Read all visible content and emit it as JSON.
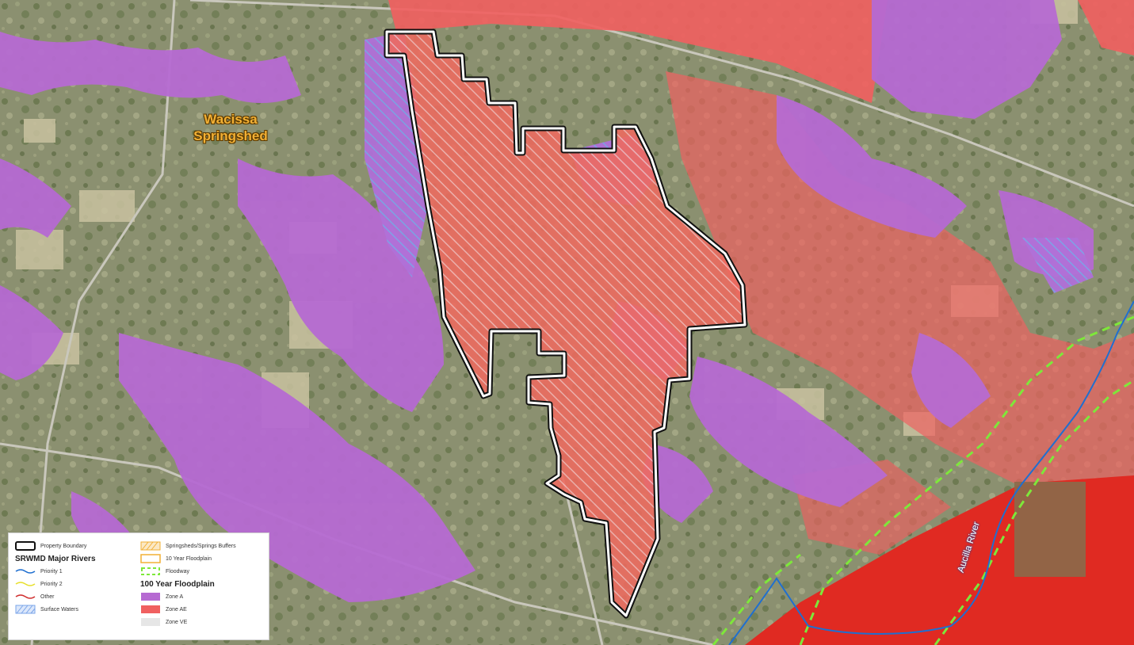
{
  "map": {
    "place_label_line1": "Wacissa",
    "place_label_line2": "Springshed",
    "river_label": "Aucilla River",
    "colors": {
      "zone_a": "#b66ad2",
      "zone_ae": "#f06060",
      "zone_ve": "#e6e6e6",
      "priority_1": "#1f6fd0",
      "priority_2": "#e8e030",
      "other_river": "#d03030",
      "floodway": "#7ee83a",
      "springshed": "#f2b035",
      "boundary": "#ffffff"
    }
  },
  "legend": {
    "property_boundary": "Property Boundary",
    "major_rivers_heading": "SRWMD Major Rivers",
    "priority_1": "Priority 1",
    "priority_2": "Priority 2",
    "other": "Other",
    "surface_waters": "Surface Waters",
    "springsheds": "Springsheds/Springs Buffers",
    "ten_year": "10 Year Floodplain",
    "floodway": "Floodway",
    "floodplain_heading": "100 Year Floodplain",
    "zone_a": "Zone A",
    "zone_ae": "Zone AE",
    "zone_ve": "Zone VE"
  }
}
